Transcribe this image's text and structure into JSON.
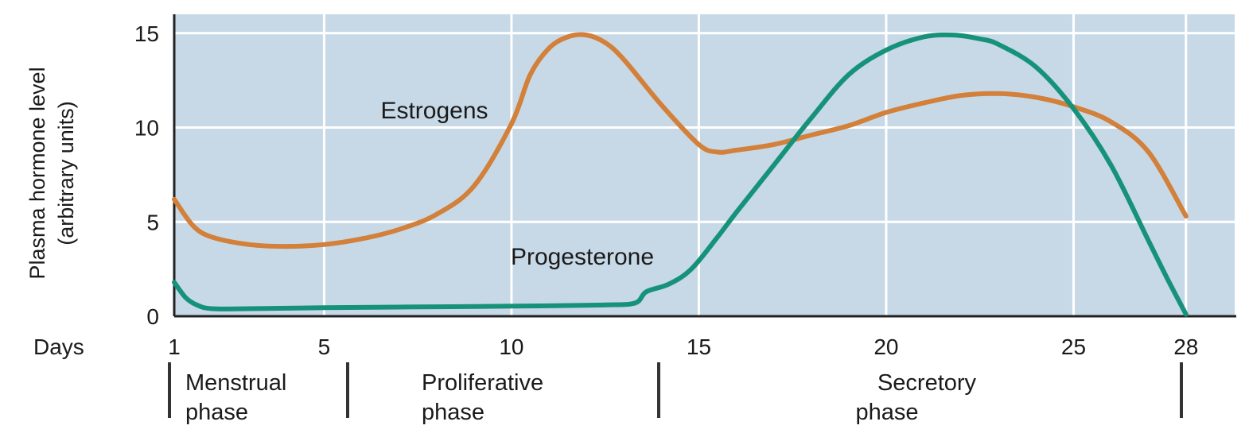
{
  "chart_data": {
    "type": "line",
    "ylabel": [
      "Plasma hormone level",
      "(arbitrary units)"
    ],
    "xlabel": "Days",
    "xlim": [
      1,
      29.3
    ],
    "ylim": [
      0,
      16
    ],
    "x_ticks": [
      1,
      5,
      10,
      15,
      20,
      25,
      28
    ],
    "y_ticks": [
      0,
      5,
      10,
      15
    ],
    "grid": true,
    "series": [
      {
        "name": "Estrogens",
        "color": "#d2803a",
        "x": [
          1,
          1.5,
          2,
          3,
          4,
          5,
          6,
          7,
          8,
          9,
          10,
          10.5,
          11,
          11.5,
          12,
          12.5,
          13,
          14,
          15,
          15.5,
          16,
          17,
          18,
          19,
          20,
          21,
          22,
          23,
          24,
          25,
          26,
          27,
          28
        ],
        "y": [
          6.2,
          4.8,
          4.2,
          3.8,
          3.7,
          3.8,
          4.1,
          4.6,
          5.4,
          6.9,
          10.2,
          12.8,
          14.2,
          14.8,
          14.9,
          14.5,
          13.6,
          11.2,
          9.1,
          8.7,
          8.8,
          9.1,
          9.6,
          10.1,
          10.8,
          11.3,
          11.7,
          11.8,
          11.6,
          11.1,
          10.3,
          8.7,
          5.3
        ]
      },
      {
        "name": "Progesterone",
        "color": "#17927a",
        "x": [
          1,
          1.3,
          1.6,
          2,
          3,
          5,
          8,
          11,
          12.5,
          13.3,
          13.6,
          14.2,
          14.8,
          15.5,
          16,
          17,
          18,
          19,
          20,
          21,
          21.8,
          22.5,
          23,
          24,
          25,
          26,
          27,
          27.5,
          28
        ],
        "y": [
          1.8,
          1.0,
          0.6,
          0.4,
          0.4,
          0.45,
          0.5,
          0.55,
          0.6,
          0.7,
          1.3,
          1.7,
          2.5,
          4.2,
          5.5,
          8.0,
          10.5,
          12.8,
          14.1,
          14.8,
          14.9,
          14.7,
          14.4,
          13.2,
          11.0,
          8.0,
          4.0,
          2.0,
          0.1
        ]
      }
    ],
    "phases": [
      {
        "name": [
          "Menstrual",
          "phase"
        ],
        "start": 1,
        "end": 5
      },
      {
        "name": [
          "Proliferative",
          "phase"
        ],
        "start": 5,
        "end": 14
      },
      {
        "name": [
          "Secretory",
          "phase"
        ],
        "start": 14,
        "end": 28
      }
    ]
  },
  "style": {
    "plot_bg": "#c7d9e7",
    "grid_color": "#ffffff"
  }
}
